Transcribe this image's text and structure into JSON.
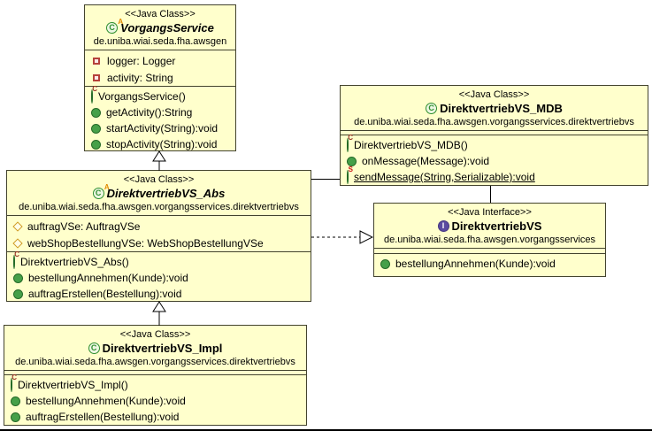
{
  "diagram": {
    "colors": {
      "node_fill": "#FFFFCC",
      "node_border": "#43432E",
      "line": "#000000",
      "class_icon_green": "#2F8F2F",
      "interface_icon_purple": "#5B4BA0",
      "abstract_decorator_orange": "#E08A00",
      "static_decorator_red": "#CC1111"
    },
    "classes": [
      {
        "id": "VorgangsService",
        "stereotype": "<<Java Class>>",
        "name": "VorgangsService",
        "abstract": true,
        "icon": {
          "type": "java-class-icon",
          "letter": "C",
          "decorator": "A"
        },
        "package": "de.uniba.wiai.seda.fha.awsgen",
        "fields": [
          {
            "visibility": "private",
            "label": "logger: Logger"
          },
          {
            "visibility": "private",
            "label": "activity: String"
          }
        ],
        "methods": [
          {
            "kind": "constructor",
            "decorator": "C",
            "label": "VorgangsService()"
          },
          {
            "kind": "public",
            "label": "getActivity():String"
          },
          {
            "kind": "public",
            "label": "startActivity(String):void"
          },
          {
            "kind": "public",
            "label": "stopActivity(String):void"
          }
        ]
      },
      {
        "id": "DirektvertriebVS_Abs",
        "stereotype": "<<Java Class>>",
        "name": "DirektvertriebVS_Abs",
        "abstract": true,
        "icon": {
          "type": "java-class-icon",
          "letter": "C",
          "decorator": "A"
        },
        "package": "de.uniba.wiai.seda.fha.awsgen.vorgangsservices.direktvertriebvs",
        "fields": [
          {
            "visibility": "protected",
            "label": "auftragVSe: AuftragVSe"
          },
          {
            "visibility": "protected",
            "label": "webShopBestellungVSe: WebShopBestellungVSe"
          }
        ],
        "methods": [
          {
            "kind": "constructor",
            "decorator": "C",
            "label": "DirektvertriebVS_Abs()"
          },
          {
            "kind": "public",
            "label": "bestellungAnnehmen(Kunde):void"
          },
          {
            "kind": "public",
            "label": "auftragErstellen(Bestellung):void"
          }
        ]
      },
      {
        "id": "DirektvertriebVS_MDB",
        "stereotype": "<<Java Class>>",
        "name": "DirektvertriebVS_MDB",
        "abstract": false,
        "icon": {
          "type": "java-class-icon",
          "letter": "C"
        },
        "package": "de.uniba.wiai.seda.fha.awsgen.vorgangsservices.direktvertriebvs",
        "fields": [],
        "methods": [
          {
            "kind": "constructor",
            "decorator": "C",
            "label": "DirektvertriebVS_MDB()"
          },
          {
            "kind": "public",
            "label": "onMessage(Message):void"
          },
          {
            "kind": "public-static",
            "decorator": "S",
            "label": "sendMessage(String,Serializable):void"
          }
        ]
      },
      {
        "id": "DirektvertriebVS",
        "stereotype": "<<Java Interface>>",
        "name": "DirektvertriebVS",
        "abstract": false,
        "icon": {
          "type": "java-interface-icon",
          "letter": "I"
        },
        "package": "de.uniba.wiai.seda.fha.awsgen.vorgangsservices",
        "fields": [],
        "methods": [
          {
            "kind": "public",
            "label": "bestellungAnnehmen(Kunde):void"
          }
        ]
      },
      {
        "id": "DirektvertriebVS_Impl",
        "stereotype": "<<Java Class>>",
        "name": "DirektvertriebVS_Impl",
        "abstract": false,
        "icon": {
          "type": "java-class-icon",
          "letter": "C"
        },
        "package": "de.uniba.wiai.seda.fha.awsgen.vorgangsservices.direktvertriebvs",
        "fields": [],
        "methods": [
          {
            "kind": "constructor",
            "decorator": "C",
            "label": "DirektvertriebVS_Impl()"
          },
          {
            "kind": "public",
            "label": "bestellungAnnehmen(Kunde):void"
          },
          {
            "kind": "public",
            "label": "auftragErstellen(Bestellung):void"
          }
        ]
      }
    ],
    "relations": [
      {
        "type": "generalization",
        "from": "DirektvertriebVS_Abs",
        "to": "VorgangsService"
      },
      {
        "type": "generalization",
        "from": "DirektvertriebVS_Impl",
        "to": "DirektvertriebVS_Abs"
      },
      {
        "type": "association",
        "from": "DirektvertriebVS_Abs",
        "to": "DirektvertriebVS_MDB"
      },
      {
        "type": "realization",
        "from": "DirektvertriebVS_Abs",
        "to": "DirektvertriebVS"
      },
      {
        "type": "association",
        "from": "DirektvertriebVS_MDB",
        "to": "DirektvertriebVS"
      }
    ]
  }
}
